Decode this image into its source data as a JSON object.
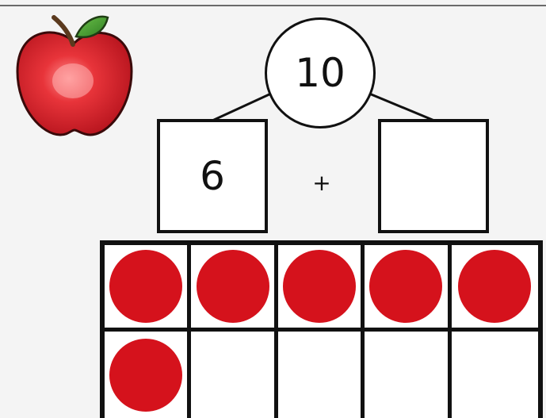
{
  "number_bond": {
    "whole": "10",
    "part_left": "6",
    "operator": "+",
    "part_right": ""
  },
  "ten_frame": {
    "total_cells": 10,
    "filled_counters": 6,
    "counter_color": "#d5121c"
  },
  "colors": {
    "background": "#f4f4f4",
    "outline": "#111111",
    "apple_red": "#d01820",
    "leaf_green": "#3f9a2c",
    "stem_brown": "#5b3a1e"
  },
  "icons": {
    "apple": "apple-icon"
  }
}
